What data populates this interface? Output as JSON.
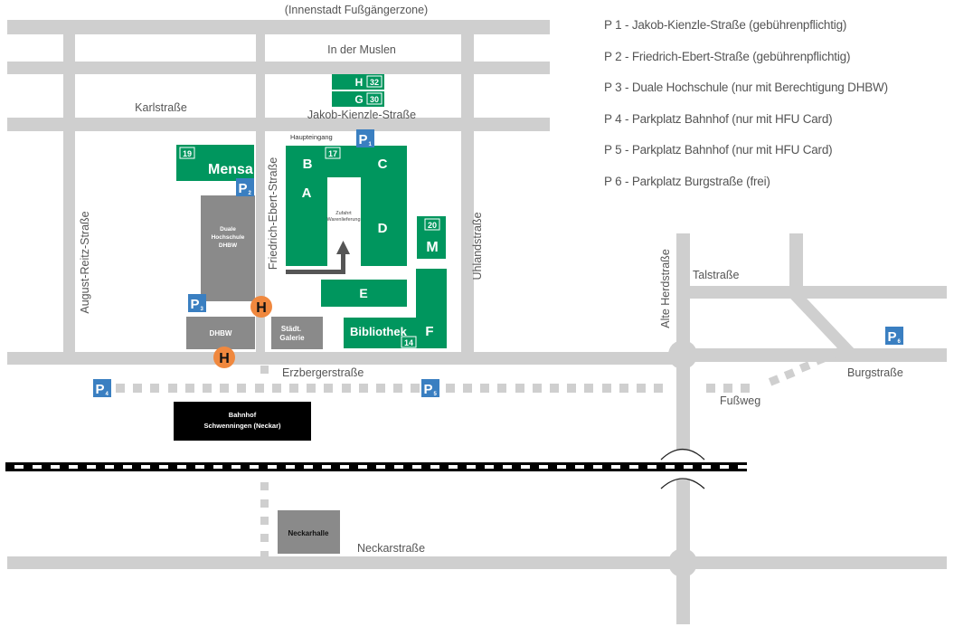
{
  "labels": {
    "innenstadt": "(Innenstadt Fußgängerzone)",
    "in_der_muslen": "In der Muslen",
    "karlstrasse": "Karlstraße",
    "jakob_kienzle": "Jakob-Kienzle-Straße",
    "august_reitz": "August-Reitz-Straße",
    "friedrich_ebert": "Friedrich-Ebert-Straße",
    "uhlandstrasse": "Uhlandstraße",
    "alte_herdstrasse": "Alte Herdstraße",
    "talstrasse": "Talstraße",
    "burgstrasse": "Burgstraße",
    "erzbergerstrasse": "Erzbergerstraße",
    "fussweg": "Fußweg",
    "neckarstrasse": "Neckarstraße",
    "haupteingang": "Haupteingang",
    "zufahrt_1": "Zufahrt",
    "zufahrt_2": "Warenlieferung"
  },
  "buildings": {
    "h": "H",
    "h_num": "32",
    "g": "G",
    "g_num": "30",
    "mensa": "Mensa",
    "mensa_num": "19",
    "b": "B",
    "c": "C",
    "a": "A",
    "d": "D",
    "main_num": "17",
    "m": "M",
    "m_num": "20",
    "e": "E",
    "bibliothek": "Bibliothek",
    "bibliothek_num": "14",
    "f": "F",
    "duale_1": "Duale",
    "duale_2": "Hochschule",
    "duale_3": "DHBW",
    "dhbw": "DHBW",
    "galerie_1": "Städt.",
    "galerie_2": "Galerie",
    "bahnhof_1": "Bahnhof",
    "bahnhof_2": "Schwenningen (Neckar)",
    "neckarhalle": "Neckarhalle"
  },
  "parking": {
    "letter": "P",
    "p1": "1",
    "p2": "2",
    "p3": "3",
    "p4": "4",
    "p5": "5",
    "p6": "6"
  },
  "bus_stop": "H",
  "legend": [
    "P 1 - Jakob-Kienzle-Straße (gebührenpflichtig)",
    "P 2 - Friedrich-Ebert-Straße (gebührenpflichtig)",
    "P 3 - Duale Hochschule (nur mit Berechtigung DHBW)",
    "P 4 - Parkplatz Bahnhof (nur mit HFU Card)",
    "P 5 - Parkplatz Bahnhof (nur mit HFU Card)",
    "P 6 - Parkplatz Burgstraße (frei)"
  ],
  "colors": {
    "road": "#cfcfcf",
    "hfu_building": "#00965e",
    "other_building": "#8a8a8a",
    "parking": "#3a7fc1",
    "bus_stop": "#f0883e",
    "station": "#000000"
  }
}
